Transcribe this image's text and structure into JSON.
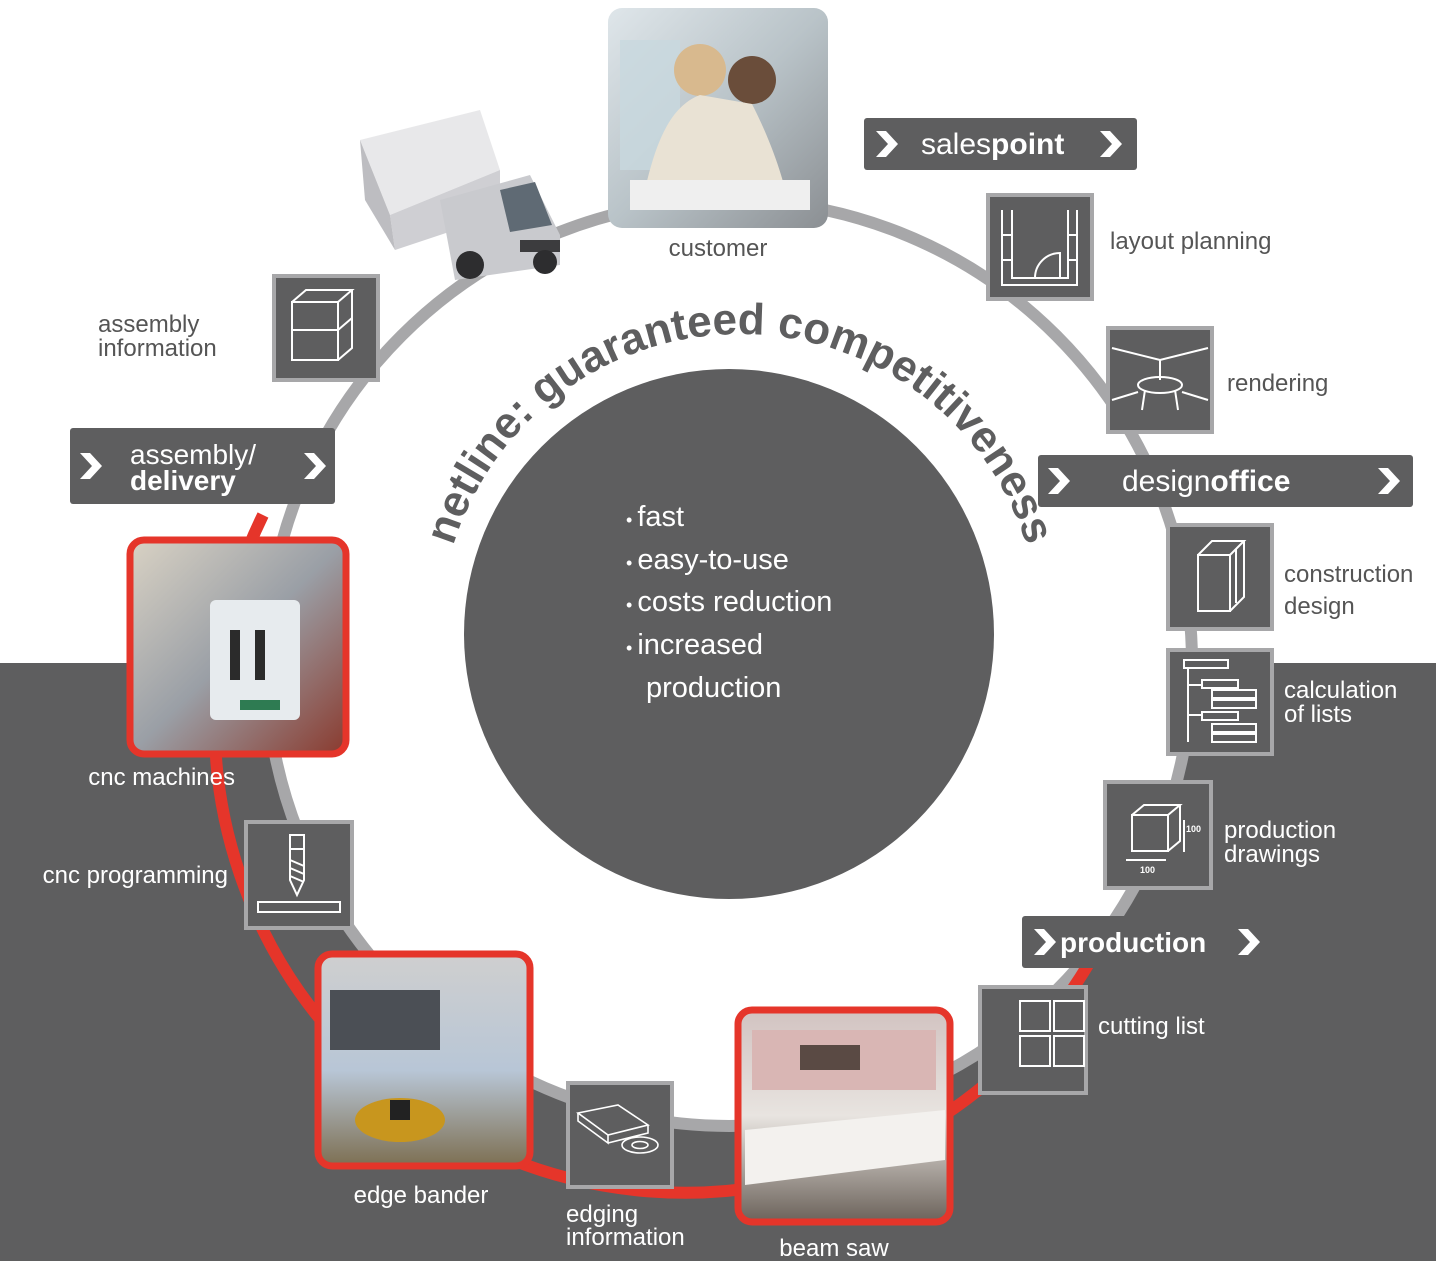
{
  "title": {
    "left": "netline:",
    "rest": "guaranteed competitiveness"
  },
  "bullets": [
    "fast",
    "easy-to-use",
    "costs reduction",
    "increased",
    "production"
  ],
  "banners": {
    "salespoint": {
      "regular": "sales",
      "bold": "point"
    },
    "designoffice": {
      "regular": "design",
      "bold": "office"
    },
    "production": {
      "bold": "production"
    },
    "assembly": {
      "line1": "assembly/",
      "line2": "delivery"
    }
  },
  "steps": {
    "customer": "customer",
    "layout_planning": "layout planning",
    "rendering": "rendering",
    "construction_design": [
      "construction",
      "design"
    ],
    "calculation_of_lists": [
      "calculation",
      "of lists"
    ],
    "production_drawings": [
      "production",
      "drawings"
    ],
    "cutting_list": "cutting list",
    "beam_saw": "beam saw",
    "edging_information": [
      "edging",
      "information"
    ],
    "edge_bander": "edge bander",
    "cnc_programming": "cnc programming",
    "cnc_machines": "cnc machines",
    "assembly_information": [
      "assembly",
      "information"
    ]
  },
  "drawing_dims": "100",
  "colors": {
    "dark_gray": "#5e5e5f",
    "ring_gray": "#a7a7a9",
    "accent_red": "#e5352a",
    "label_gray": "#555555",
    "white": "#ffffff"
  }
}
